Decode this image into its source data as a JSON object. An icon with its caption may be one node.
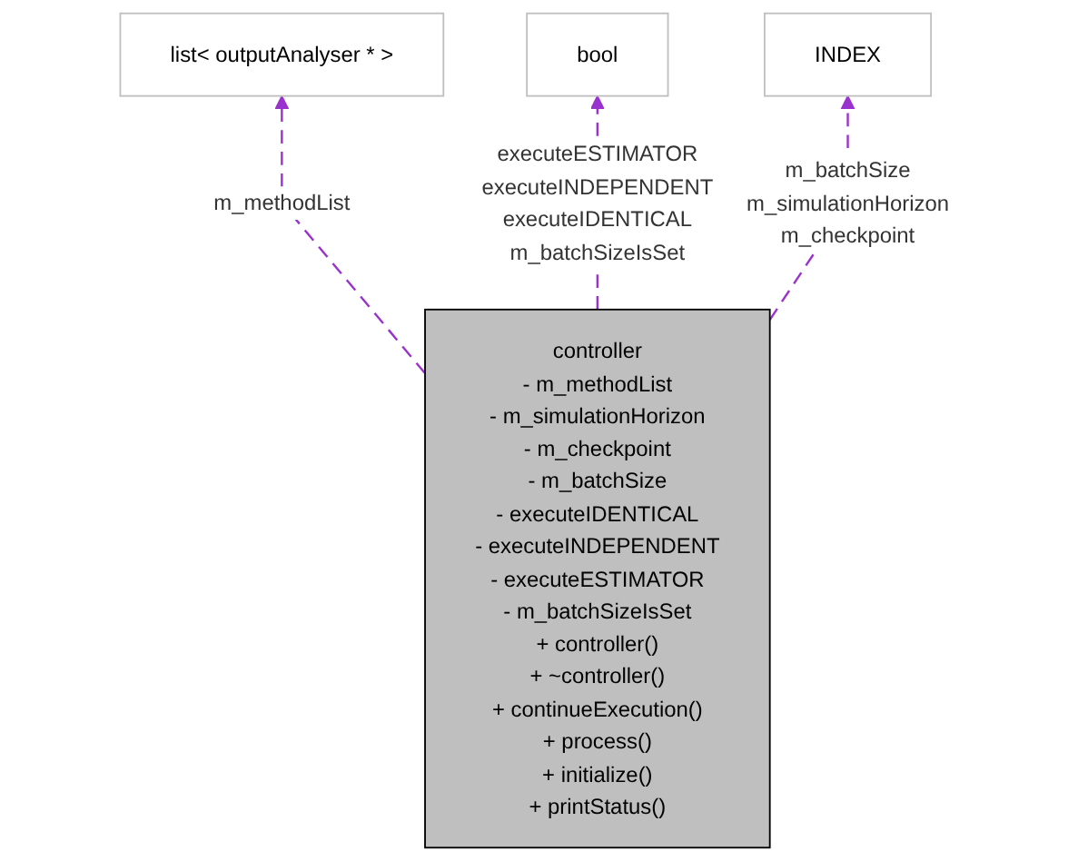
{
  "diagram": {
    "nodes": [
      {
        "text": [
          "list< outputAnalyser * >"
        ]
      },
      {
        "text": [
          "bool"
        ]
      },
      {
        "text": [
          "INDEX"
        ]
      },
      {
        "text": [
          "controller",
          "- m_methodList",
          "- m_simulationHorizon",
          "- m_checkpoint",
          "- m_batchSize",
          "- executeIDENTICAL",
          "- executeINDEPENDENT",
          "- executeESTIMATOR",
          "- m_batchSizeIsSet",
          "+ controller()",
          "+ ~controller()",
          "+ continueExecution()",
          "+ process()",
          "+ initialize()",
          "+ printStatus()"
        ]
      }
    ],
    "edges": [
      {
        "from": 3,
        "to": 0,
        "arrow": "to",
        "label": "m_methodList",
        "style": "dashed"
      },
      {
        "from": 3,
        "to": 1,
        "arrow": "to",
        "label": "executeESTIMATOR executeINDEPENDENT executeIDENTICAL m_batchSizeIsSet",
        "style": "dashed"
      },
      {
        "from": 3,
        "to": 2,
        "arrow": "to",
        "label": "m_batchSize m_simulationHorizon m_checkpoint",
        "style": "dashed"
      }
    ]
  }
}
